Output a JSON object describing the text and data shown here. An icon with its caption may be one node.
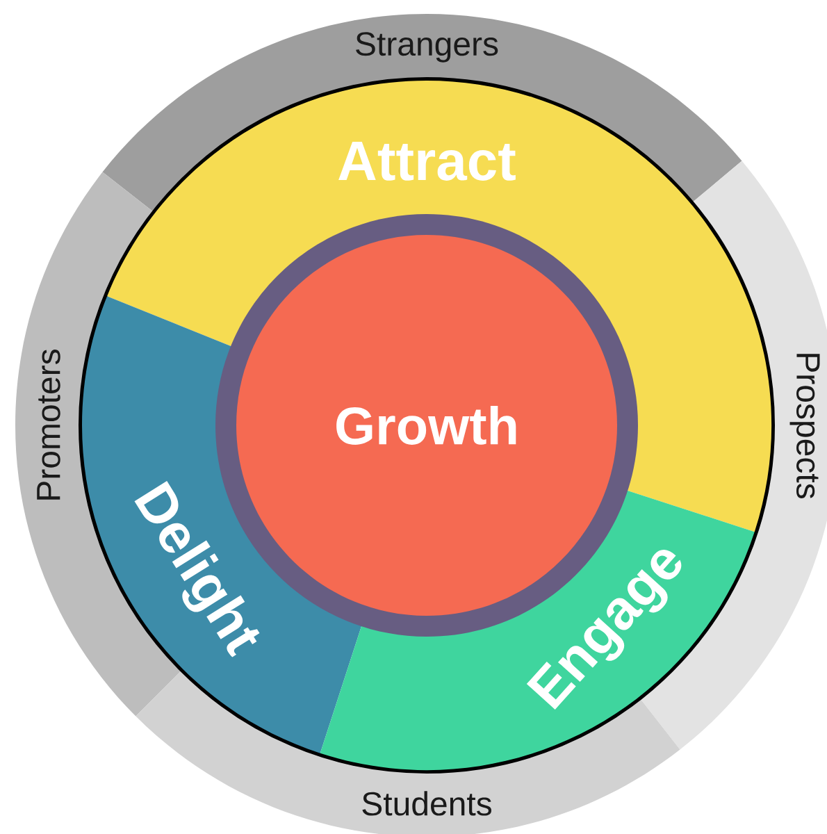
{
  "diagram": {
    "nodes": [
      {
        "text": [
          "Strangers"
        ]
      },
      {
        "text": [
          "Attract"
        ]
      },
      {
        "text": [
          "Promoters"
        ]
      },
      {
        "text": [
          "Growth"
        ]
      },
      {
        "text": [
          "Prospects"
        ]
      },
      {
        "text": [
          "Delight"
        ]
      },
      {
        "text": [
          "Engage"
        ]
      },
      {
        "text": [
          "Students"
        ]
      }
    ]
  }
}
